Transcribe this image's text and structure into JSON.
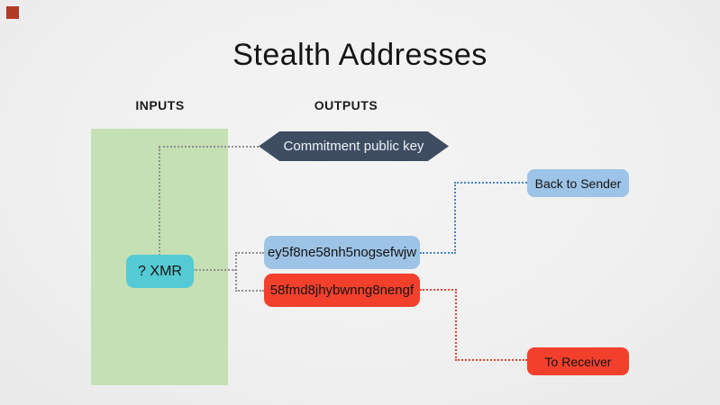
{
  "slide": {
    "title": "Stealth Addresses",
    "inputs_label": "INPUTS",
    "outputs_label": "OUTPUTS",
    "nodes": {
      "commitment_public_key": {
        "label": "Commitment public key"
      },
      "xmr_input": {
        "label": "? XMR"
      },
      "output_address_1": {
        "label": "ey5f8ne58nh5nogsefwjw"
      },
      "output_address_2": {
        "label": "58fmd8jhybwnng8nengf"
      },
      "back_to_sender": {
        "label": "Back to Sender"
      },
      "to_receiver": {
        "label": "To Receiver"
      }
    },
    "colors": {
      "background": "#F0F0F0",
      "input_region_green": "#C5E0B4",
      "xmr_teal": "#54CBD4",
      "commitment_dark_slate": "#3F4D63",
      "light_blue": "#9DC3E6",
      "red": "#F2402D",
      "connector_gray": "#8F8F8F",
      "connector_blue": "#4585C6",
      "connector_red": "#F0402C",
      "corner_marker_red": "#B33A27"
    }
  }
}
